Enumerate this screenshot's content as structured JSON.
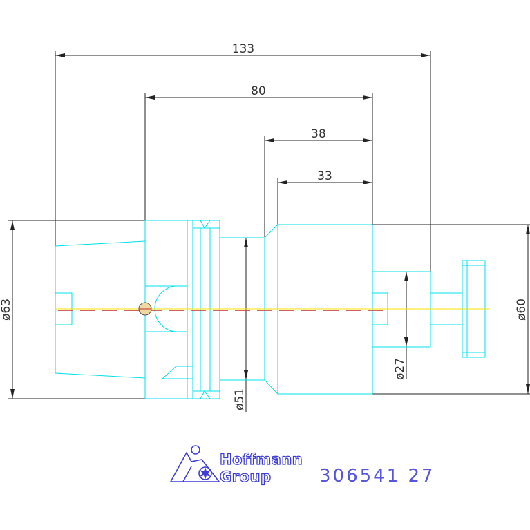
{
  "dimensions": {
    "overall_length": "133",
    "holder_length": "80",
    "length_38": "38",
    "length_33": "33",
    "dia_flange": "ø63",
    "dia_neck": "ø51",
    "dia_body": "ø60",
    "dia_bore": "ø27"
  },
  "logo": {
    "line1": "Hoffmann",
    "line2": "Group"
  },
  "part_number": "306541 27",
  "colors": {
    "part_outline": "#00e0e8",
    "dimension_line": "#222222",
    "centerline": "#ffe000",
    "centerline_dash": "#c03030",
    "logo_blue": "#3d3dd6"
  }
}
